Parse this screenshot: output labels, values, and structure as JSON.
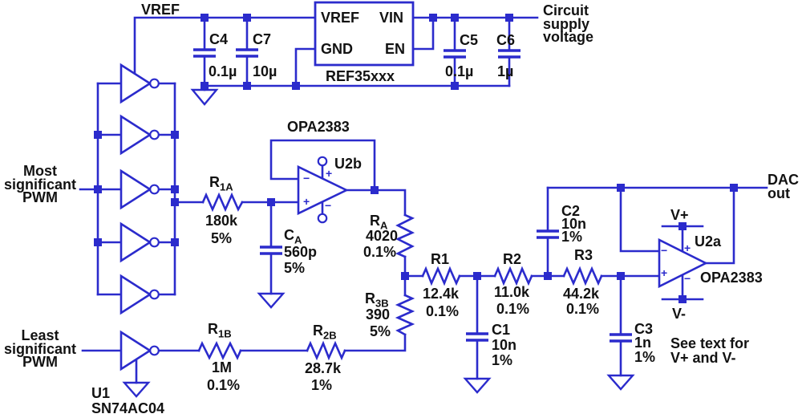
{
  "net_labels": {
    "vref": "VREF",
    "circuit_supply": {
      "l1": "Circuit",
      "l2": "supply",
      "l3": "voltage"
    },
    "dac_out": {
      "l1": "DAC",
      "l2": "out"
    },
    "msb": {
      "l1": "Most",
      "l2": "significant",
      "l3": "PWM"
    },
    "lsb": {
      "l1": "Least",
      "l2": "significant",
      "l3": "PWM"
    },
    "vplus": "V+",
    "vminus": "V-",
    "note": {
      "l1": "See text for",
      "l2": "V+ and V-"
    }
  },
  "ics": {
    "ref": {
      "part": "REF35xxx",
      "pin_vref": "VREF",
      "pin_vin": "VIN",
      "pin_gnd": "GND",
      "pin_en": "EN"
    },
    "u1": {
      "ref": "U1",
      "part": "SN74AC04"
    },
    "u2a": {
      "ref": "U2a",
      "part": "OPA2383"
    },
    "u2b": {
      "ref": "U2b",
      "part": "OPA2383"
    }
  },
  "opamp_signs": {
    "plus": "+",
    "minus": "−"
  },
  "components": {
    "c4": {
      "ref": "C4",
      "value": "0.1µ"
    },
    "c7": {
      "ref": "C7",
      "value": "10µ"
    },
    "c5": {
      "ref": "C5",
      "value": "0.1µ"
    },
    "c6": {
      "ref": "C6",
      "value": "1µ"
    },
    "r1a": {
      "ref": "R",
      "sub": "1A",
      "value": "180k",
      "tol": "5%"
    },
    "ca": {
      "ref": "C",
      "sub": "A",
      "value": "560p",
      "tol": "5%"
    },
    "ra": {
      "ref": "R",
      "sub": "A",
      "value": "4020",
      "tol": "0.1%"
    },
    "r3b": {
      "ref": "R",
      "sub": "3B",
      "value": "390",
      "tol": "5%"
    },
    "r1": {
      "ref": "R1",
      "value": "12.4k",
      "tol": "0.1%"
    },
    "r2": {
      "ref": "R2",
      "value": "11.0k",
      "tol": "0.1%"
    },
    "r3": {
      "ref": "R3",
      "value": "44.2k",
      "tol": "0.1%"
    },
    "c1": {
      "ref": "C1",
      "value": "10n",
      "tol": "1%"
    },
    "c2": {
      "ref": "C2",
      "value": "10n",
      "tol": "1%"
    },
    "c3": {
      "ref": "C3",
      "value": "1n",
      "tol": "1%"
    },
    "r1b": {
      "ref": "R",
      "sub": "1B",
      "value": "1M",
      "tol": "0.1%"
    },
    "r2b": {
      "ref": "R",
      "sub": "2B",
      "value": "28.7k",
      "tol": "1%"
    }
  },
  "colors": {
    "wire": "#2b2bcc",
    "text": "#121212",
    "background": "#ffffff"
  }
}
